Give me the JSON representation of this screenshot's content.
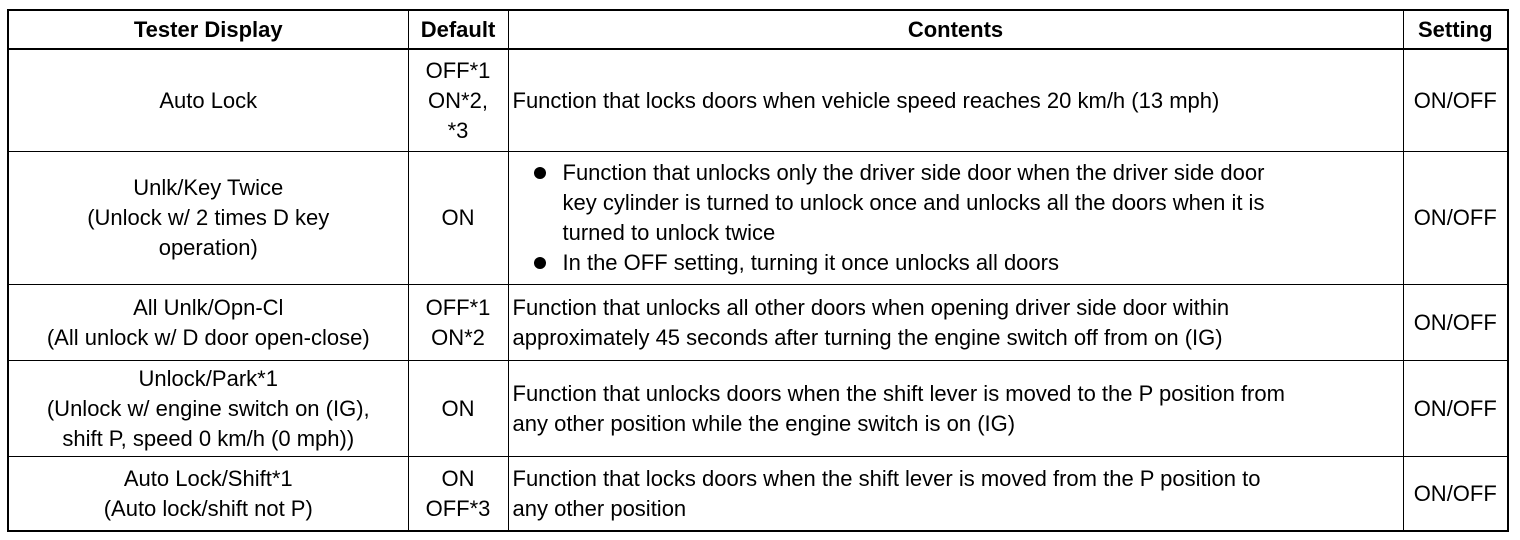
{
  "table": {
    "headers": {
      "display": "Tester Display",
      "default": "Default",
      "contents": "Contents",
      "setting": "Setting"
    },
    "rows": [
      {
        "display": [
          "Auto Lock"
        ],
        "default": [
          "OFF*1",
          "ON*2,",
          "*3"
        ],
        "contents": [
          "Function that locks doors when vehicle speed reaches 20 km/h (13 mph)"
        ],
        "setting": "ON/OFF"
      },
      {
        "display": [
          "Unlk/Key Twice",
          "(Unlock w/ 2 times D key",
          "operation)"
        ],
        "default": [
          "ON"
        ],
        "bullets": [
          [
            "Function that unlocks only the driver side door when the driver side door",
            "key cylinder is turned to unlock once and unlocks all the doors when it is",
            "turned to unlock twice"
          ],
          [
            "In the OFF setting, turning it once unlocks all doors"
          ]
        ],
        "setting": "ON/OFF"
      },
      {
        "display": [
          "All Unlk/Opn-Cl",
          "(All unlock w/ D door open-close)"
        ],
        "default": [
          "OFF*1",
          "ON*2"
        ],
        "contents": [
          "Function that unlocks all other doors when opening driver side door within",
          "approximately 45 seconds after turning the engine switch off from on (IG)"
        ],
        "setting": "ON/OFF"
      },
      {
        "display": [
          "Unlock/Park*1",
          "(Unlock w/ engine switch on (IG),",
          "shift P, speed 0 km/h (0 mph))"
        ],
        "default": [
          "ON"
        ],
        "contents": [
          "Function that unlocks doors when the shift lever is moved to the P position from",
          "any other position while the engine switch is on (IG)"
        ],
        "setting": "ON/OFF"
      },
      {
        "display": [
          "Auto Lock/Shift*1",
          "(Auto lock/shift not P)"
        ],
        "default": [
          "ON",
          "OFF*3"
        ],
        "contents": [
          "Function that locks doors when the shift lever is moved from the P position to",
          "any other position"
        ],
        "setting": "ON/OFF"
      }
    ]
  }
}
